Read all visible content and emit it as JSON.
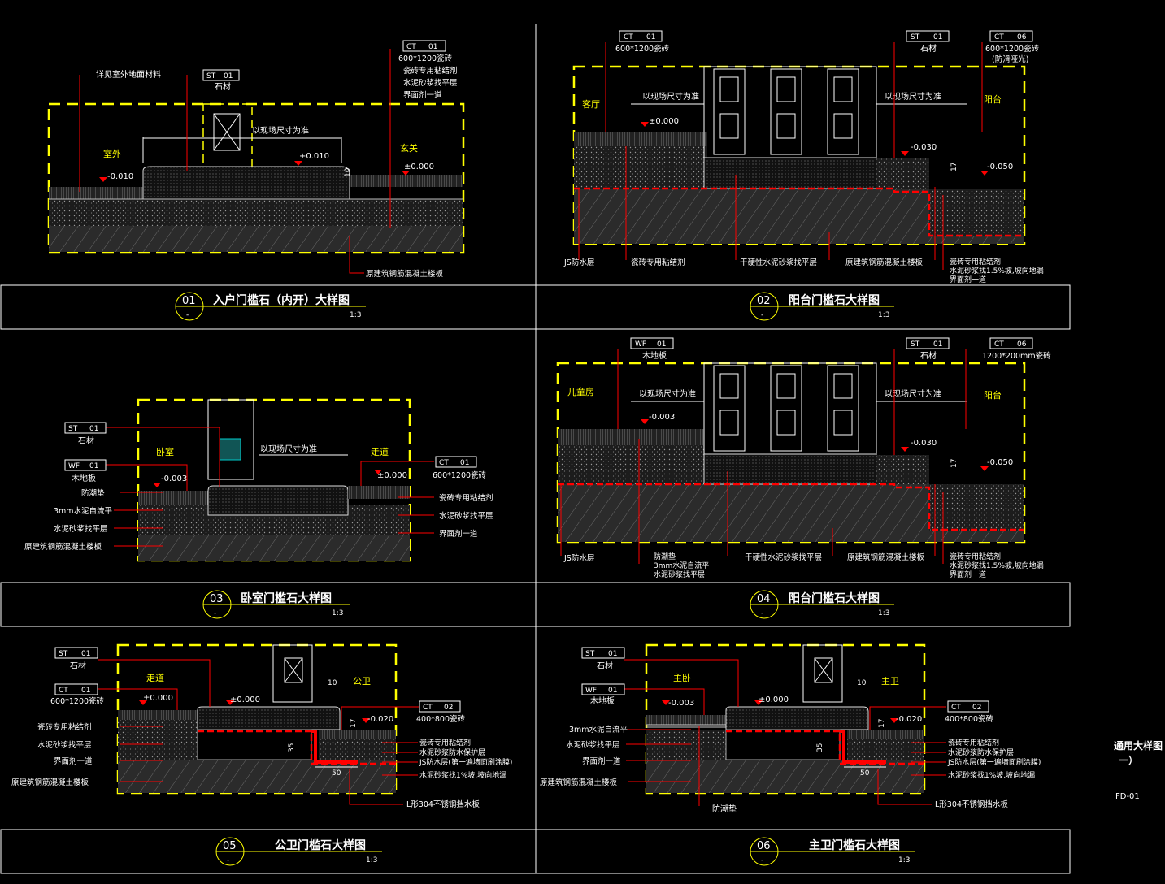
{
  "colors": {
    "bg": "#000000",
    "frame": "#ffffff",
    "dashed": "#ffff00",
    "leader": "#ff2020",
    "label": "#ffffff",
    "accent_text": "#ffff00",
    "hatch": "#7f7f7f",
    "slab": "#3a3a3a",
    "waterproof": "#ff0000"
  },
  "sheet": {
    "title_line1": "通用大样图（",
    "title_line2": "一）",
    "code": "FD-01"
  },
  "details": [
    {
      "num": "01",
      "title": "入户门槛石（内开）大样图",
      "scale": "1:3",
      "rooms": [
        "室外",
        "玄关"
      ],
      "levels": [
        "-0.010",
        "+0.010",
        "±0.000"
      ],
      "dim": "以现场尺寸为准",
      "dim_small": "10",
      "tags": [
        {
          "code": "ST",
          "no": "01",
          "sub": "石材"
        },
        {
          "code": "CT",
          "no": "01",
          "sub": "600*1200瓷砖"
        }
      ],
      "notes_top": [
        "详见室外地面材料",
        "瓷砖专用粘结剂",
        "水泥砂浆找平层",
        "界面剂一道"
      ],
      "notes_bottom": [
        "原建筑钢筋混凝土楼板"
      ]
    },
    {
      "num": "02",
      "title": "阳台门槛石大样图",
      "scale": "1:3",
      "rooms": [
        "客厅",
        "阳台"
      ],
      "levels": [
        "±0.000",
        "-0.030",
        "-0.050"
      ],
      "dims": [
        "以现场尺寸为准",
        "以现场尺寸为准"
      ],
      "dim_small": "17",
      "tags": [
        {
          "code": "CT",
          "no": "01",
          "sub": "600*1200瓷砖"
        },
        {
          "code": "ST",
          "no": "01",
          "sub": "石材"
        },
        {
          "code": "CT",
          "no": "06",
          "sub": "600*1200瓷砖"
        }
      ],
      "tag_sub2": "(防滑哑光)",
      "notes_bottom": [
        "JS防水层",
        "瓷砖专用粘结剂",
        "干硬性水泥砂浆找平层",
        "原建筑钢筋混凝土楼板"
      ],
      "notes_right": [
        "瓷砖专用粘结剂",
        "水泥砂浆找1.5%坡,坡向地漏",
        "界面剂一道"
      ]
    },
    {
      "num": "03",
      "title": "卧室门槛石大样图",
      "scale": "1:3",
      "rooms": [
        "卧室",
        "走道"
      ],
      "levels": [
        "-0.003",
        "±0.000"
      ],
      "dim": "以现场尺寸为准",
      "tags": [
        {
          "code": "ST",
          "no": "01",
          "sub": "石材"
        },
        {
          "code": "WF",
          "no": "01",
          "sub": "木地板"
        },
        {
          "code": "CT",
          "no": "01",
          "sub": "600*1200瓷砖"
        }
      ],
      "notes_left": [
        "防潮垫",
        "3mm水泥自流平",
        "水泥砂浆找平层",
        "原建筑钢筋混凝土楼板"
      ],
      "notes_right": [
        "瓷砖专用粘结剂",
        "水泥砂浆找平层",
        "界面剂一道"
      ]
    },
    {
      "num": "04",
      "title": "阳台门槛石大样图",
      "scale": "1:3",
      "rooms": [
        "儿童房",
        "阳台"
      ],
      "levels": [
        "-0.003",
        "-0.030",
        "-0.050"
      ],
      "dims": [
        "以现场尺寸为准",
        "以现场尺寸为准"
      ],
      "dim_small": "17",
      "tags": [
        {
          "code": "WF",
          "no": "01",
          "sub": "木地板"
        },
        {
          "code": "ST",
          "no": "01",
          "sub": "石材"
        },
        {
          "code": "CT",
          "no": "06",
          "sub": "1200*200mm瓷砖"
        }
      ],
      "notes_bottom": [
        "JS防水层",
        "防潮垫",
        "3mm水泥自流平",
        "水泥砂浆找平层",
        "干硬性水泥砂浆找平层",
        "原建筑钢筋混凝土楼板"
      ],
      "notes_right": [
        "瓷砖专用粘结剂",
        "水泥砂浆找1.5%坡,坡向地漏",
        "界面剂一道"
      ]
    },
    {
      "num": "05",
      "title": "公卫门槛石大样图",
      "scale": "1:3",
      "rooms": [
        "走道",
        "公卫"
      ],
      "levels": [
        "±0.000",
        "±0.000",
        "-0.020"
      ],
      "dims_small": [
        "10",
        "17",
        "35",
        "50"
      ],
      "tags": [
        {
          "code": "ST",
          "no": "01",
          "sub": "石材"
        },
        {
          "code": "CT",
          "no": "01",
          "sub": "600*1200瓷砖"
        },
        {
          "code": "CT",
          "no": "02",
          "sub": "400*800瓷砖"
        }
      ],
      "notes_left": [
        "瓷砖专用粘结剂",
        "水泥砂浆找平层",
        "界面剂一道",
        "原建筑钢筋混凝土楼板"
      ],
      "notes_right": [
        "瓷砖专用粘结剂",
        "水泥砂浆防水保护层",
        "JS防水层(第一遍墙面刷涂膜)",
        "水泥砂浆找1%坡,坡向地漏"
      ],
      "note_bottom": "L形304不锈钢挡水板"
    },
    {
      "num": "06",
      "title": "主卫门槛石大样图",
      "scale": "1:3",
      "rooms": [
        "主卧",
        "主卫"
      ],
      "levels": [
        "-0.003",
        "±0.000",
        "-0.020"
      ],
      "dims_small": [
        "10",
        "17",
        "35",
        "50"
      ],
      "tags": [
        {
          "code": "ST",
          "no": "01",
          "sub": "石材"
        },
        {
          "code": "WF",
          "no": "01",
          "sub": "木地板"
        },
        {
          "code": "CT",
          "no": "02",
          "sub": "400*800瓷砖"
        }
      ],
      "notes_left": [
        "3mm水泥自流平",
        "水泥砂浆找平层",
        "界面剂一道",
        "原建筑钢筋混凝土楼板"
      ],
      "notes_right": [
        "瓷砖专用粘结剂",
        "水泥砂浆防水保护层",
        "JS防水层(第一遍墙面刷涂膜)",
        "水泥砂浆找1%坡,坡向地漏"
      ],
      "note_bottom": "L形304不锈钢挡水板",
      "note_bottom2": "防潮垫"
    }
  ]
}
